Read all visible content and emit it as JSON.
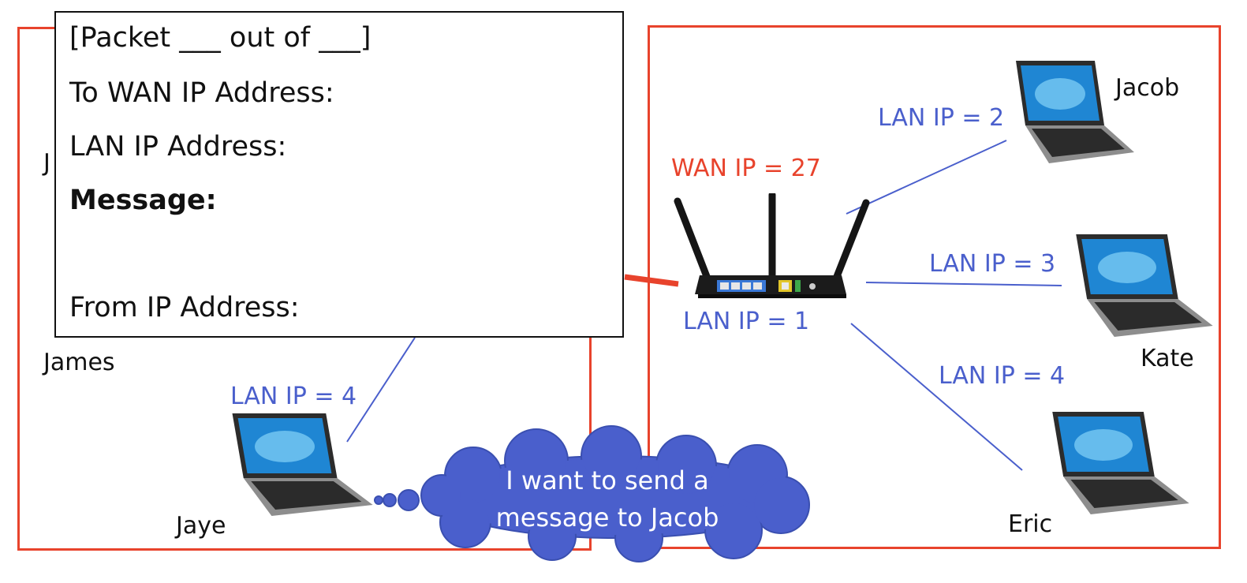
{
  "left_network": {
    "hidden_label_fragment": "J",
    "devices": [
      {
        "name": "James"
      },
      {
        "name": "Jaye",
        "lan_ip_label": "LAN IP = 4"
      }
    ]
  },
  "router": {
    "wan_label": "WAN IP = 27",
    "lan_label": "LAN IP = 1"
  },
  "right_network": {
    "devices": [
      {
        "name": "Jacob",
        "lan_ip_label": "LAN IP = 2"
      },
      {
        "name": "Kate",
        "lan_ip_label": "LAN IP = 3"
      },
      {
        "name": "Eric",
        "lan_ip_label": "LAN IP = 4"
      }
    ]
  },
  "packet_form": {
    "packet_line": "[Packet ___ out of ___]",
    "to_wan": "To WAN IP Address:",
    "lan_ip": "LAN IP Address:",
    "message": "Message:",
    "from_ip": "From IP Address:"
  },
  "thought_bubble": {
    "line1": "I want to send a",
    "line2": "message to Jacob"
  },
  "colors": {
    "border": "#e8432c",
    "link": "#4a5fcc",
    "cloud": "#4a5fcc",
    "wan_text": "#e8432c"
  }
}
